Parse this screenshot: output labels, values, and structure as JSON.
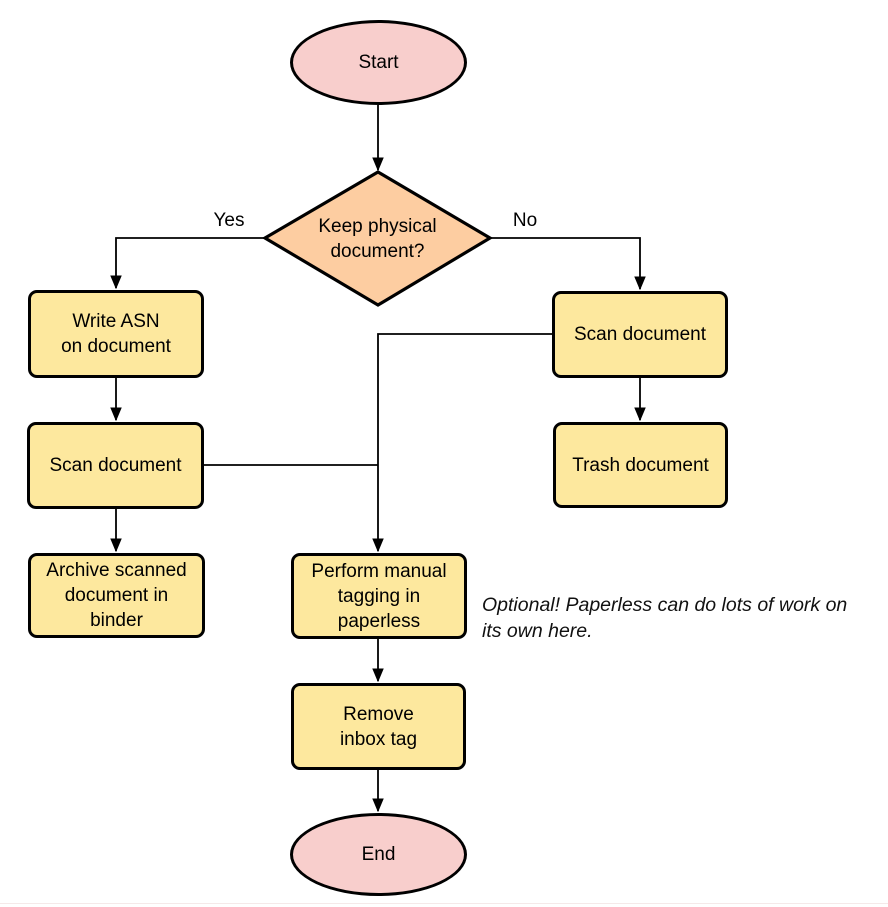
{
  "colors": {
    "terminator_fill": "#f8cecc",
    "decision_fill": "#fdcda1",
    "process_fill": "#fde89e",
    "stroke": "#000000"
  },
  "nodes": {
    "start": {
      "label": "Start",
      "type": "terminator"
    },
    "decision": {
      "label": "Keep physical\ndocument?",
      "type": "decision"
    },
    "write_asn": {
      "label": "Write ASN\non document",
      "type": "process"
    },
    "scan_left": {
      "label": "Scan document",
      "type": "process"
    },
    "archive": {
      "label": "Archive scanned\ndocument in\nbinder",
      "type": "process"
    },
    "scan_right": {
      "label": "Scan document",
      "type": "process"
    },
    "trash": {
      "label": "Trash document",
      "type": "process"
    },
    "tagging": {
      "label": "Perform manual\ntagging in\npaperless",
      "type": "process"
    },
    "remove_inbox": {
      "label": "Remove\ninbox tag",
      "type": "process"
    },
    "end": {
      "label": "End",
      "type": "terminator"
    }
  },
  "edges": {
    "yes_label": "Yes",
    "no_label": "No"
  },
  "annotation": {
    "text": "Optional! Paperless can do lots of work on\nits own here."
  }
}
